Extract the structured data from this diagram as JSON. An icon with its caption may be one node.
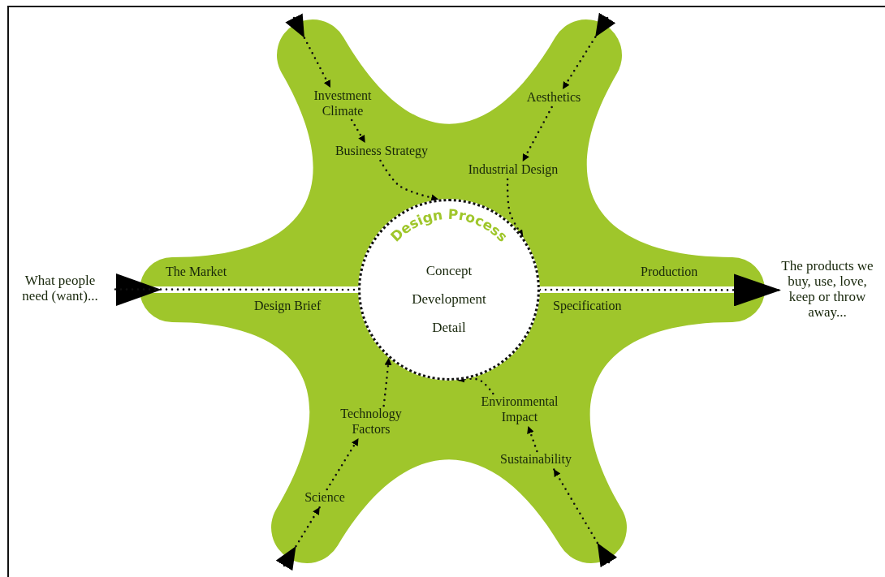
{
  "diagram": {
    "nodes": [
      {
        "text": [
          "Investment Climate"
        ]
      },
      {
        "text": [
          "Aesthetics"
        ]
      },
      {
        "text": [
          "Business Strategy"
        ]
      },
      {
        "text": [
          "Industrial Design"
        ]
      },
      {
        "text": [
          "Design Process",
          "Concept",
          "Development",
          "Detail"
        ]
      },
      {
        "text": [
          "What people need (want)..."
        ]
      },
      {
        "text": [
          "The products we buy, use, love, keep or throw away..."
        ]
      },
      {
        "text": [
          "Environmental Impact"
        ]
      },
      {
        "text": [
          "Technology Factors"
        ]
      },
      {
        "text": [
          "Sustainability"
        ]
      },
      {
        "text": [
          "Science"
        ]
      }
    ],
    "edges": [
      {
        "from": null,
        "to": 0,
        "arrow": "to",
        "style": "dashed"
      },
      {
        "from": 0,
        "to": 2,
        "arrow": "to",
        "style": "dashed"
      },
      {
        "from": 2,
        "to": 4,
        "arrow": "to",
        "style": "dashed"
      },
      {
        "from": null,
        "to": 1,
        "arrow": "to",
        "style": "dashed"
      },
      {
        "from": 1,
        "to": 3,
        "arrow": "to",
        "style": "dashed"
      },
      {
        "from": 3,
        "to": 4,
        "arrow": "to",
        "style": "dashed"
      },
      {
        "from": null,
        "to": 9,
        "arrow": "to",
        "style": "dashed"
      },
      {
        "from": 9,
        "to": 7,
        "arrow": "to",
        "style": "dashed"
      },
      {
        "from": 7,
        "to": 4,
        "arrow": "to",
        "style": "dashed"
      },
      {
        "from": null,
        "to": 10,
        "arrow": "to",
        "style": "dashed"
      },
      {
        "from": 10,
        "to": 8,
        "arrow": "to",
        "style": "dashed"
      },
      {
        "from": 8,
        "to": 4,
        "arrow": "to",
        "style": "dashed"
      },
      {
        "from": 5,
        "to": 4,
        "arrow": "none",
        "style": "dashed"
      },
      {
        "from": 4,
        "to": 6,
        "arrow": "to",
        "style": "dashed"
      }
    ],
    "labels": [
      "The Market",
      "Production",
      "Design Brief",
      "Specification"
    ]
  }
}
